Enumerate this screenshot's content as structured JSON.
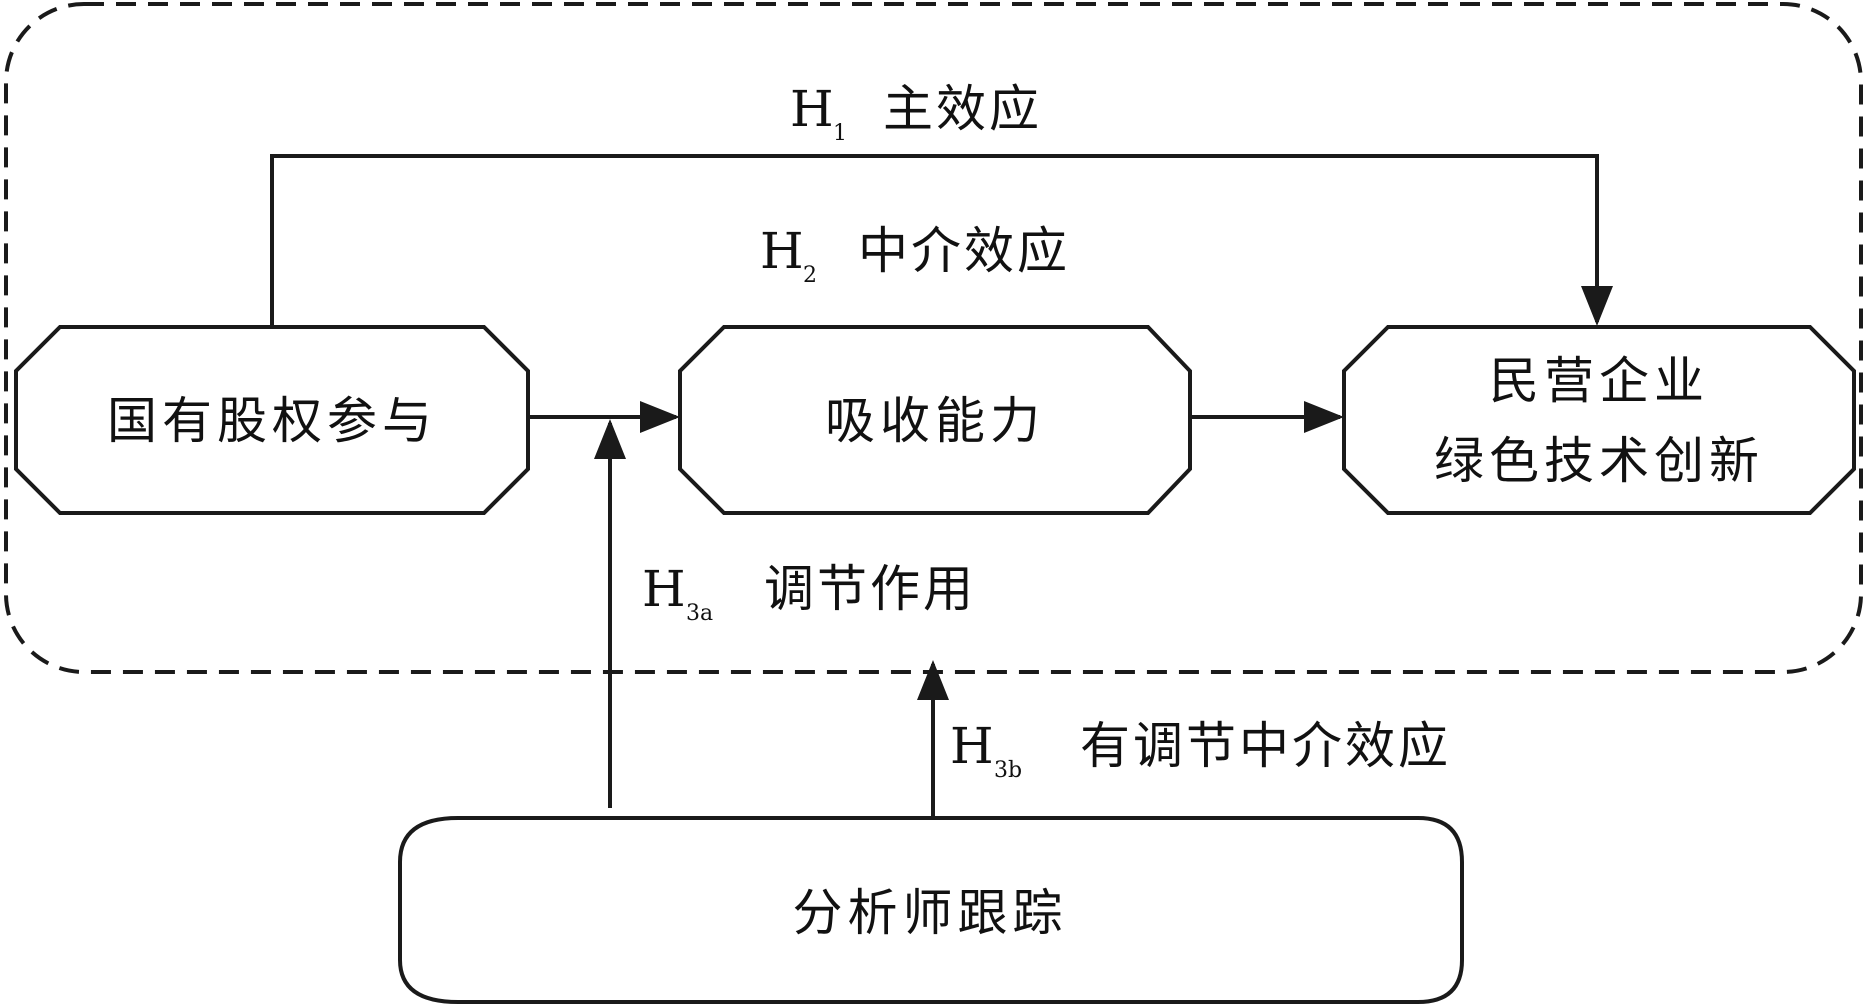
{
  "nodes": {
    "soe_equity": "国有股权参与",
    "absorptive": "吸收能力",
    "green_line1": "民营企业",
    "green_line2": "绿色技术创新",
    "analyst": "分析师跟踪"
  },
  "hypotheses": {
    "h1": {
      "letter": "H",
      "sub": "1",
      "text": "主效应"
    },
    "h2": {
      "letter": "H",
      "sub": "2",
      "text": "中介效应"
    },
    "h3a": {
      "letter": "H",
      "sub": "3a",
      "text": "调节作用"
    },
    "h3b": {
      "letter": "H",
      "sub": "3b",
      "text": "有调节中介效应"
    }
  },
  "colors": {
    "stroke": "#1a1a1a",
    "text": "#111111",
    "background": "#ffffff"
  }
}
